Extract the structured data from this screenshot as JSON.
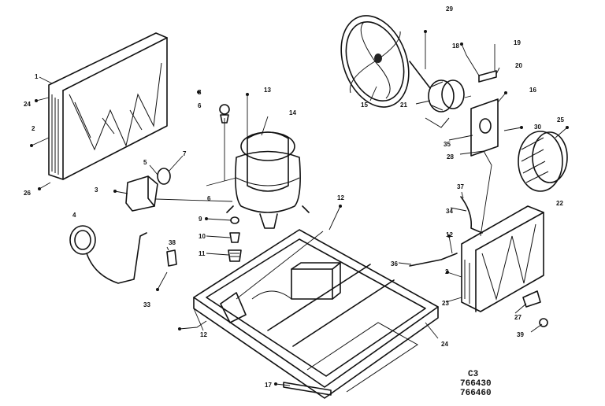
{
  "drawing": {
    "code_lines": [
      "C3",
      "766430",
      "766460"
    ]
  },
  "callouts": [
    {
      "id": "c-24-left",
      "text": "24"
    },
    {
      "id": "c-1-left",
      "text": "1"
    },
    {
      "id": "c-2-left",
      "text": "2"
    },
    {
      "id": "c-26-left",
      "text": "26"
    },
    {
      "id": "c-3",
      "text": "3"
    },
    {
      "id": "c-4",
      "text": "4"
    },
    {
      "id": "c-5",
      "text": "5"
    },
    {
      "id": "c-6",
      "text": "6"
    },
    {
      "id": "c-7",
      "text": "7"
    },
    {
      "id": "c-8-top",
      "text": "8"
    },
    {
      "id": "c-6-top",
      "text": "6"
    },
    {
      "id": "c-13",
      "text": "13"
    },
    {
      "id": "c-14",
      "text": "14"
    },
    {
      "id": "c-9",
      "text": "9"
    },
    {
      "id": "c-10",
      "text": "10"
    },
    {
      "id": "c-11",
      "text": "11"
    },
    {
      "id": "c-38",
      "text": "38"
    },
    {
      "id": "c-33",
      "text": "33"
    },
    {
      "id": "c-12-left",
      "text": "12"
    },
    {
      "id": "c-12-mid",
      "text": "12"
    },
    {
      "id": "c-15",
      "text": "15"
    },
    {
      "id": "c-29",
      "text": "29"
    },
    {
      "id": "c-18",
      "text": "18"
    },
    {
      "id": "c-19",
      "text": "19"
    },
    {
      "id": "c-20",
      "text": "20"
    },
    {
      "id": "c-21",
      "text": "21"
    },
    {
      "id": "c-16",
      "text": "16"
    },
    {
      "id": "c-30",
      "text": "30"
    },
    {
      "id": "c-25",
      "text": "25"
    },
    {
      "id": "c-35",
      "text": "35"
    },
    {
      "id": "c-28",
      "text": "28"
    },
    {
      "id": "c-22",
      "text": "22"
    },
    {
      "id": "c-37",
      "text": "37"
    },
    {
      "id": "c-34",
      "text": "34"
    },
    {
      "id": "c-12-right",
      "text": "12"
    },
    {
      "id": "c-36",
      "text": "36"
    },
    {
      "id": "c-2-right",
      "text": "2"
    },
    {
      "id": "c-23",
      "text": "23"
    },
    {
      "id": "c-27",
      "text": "27"
    },
    {
      "id": "c-39",
      "text": "39"
    },
    {
      "id": "c-24-right",
      "text": "24"
    },
    {
      "id": "c-17",
      "text": "17"
    }
  ]
}
